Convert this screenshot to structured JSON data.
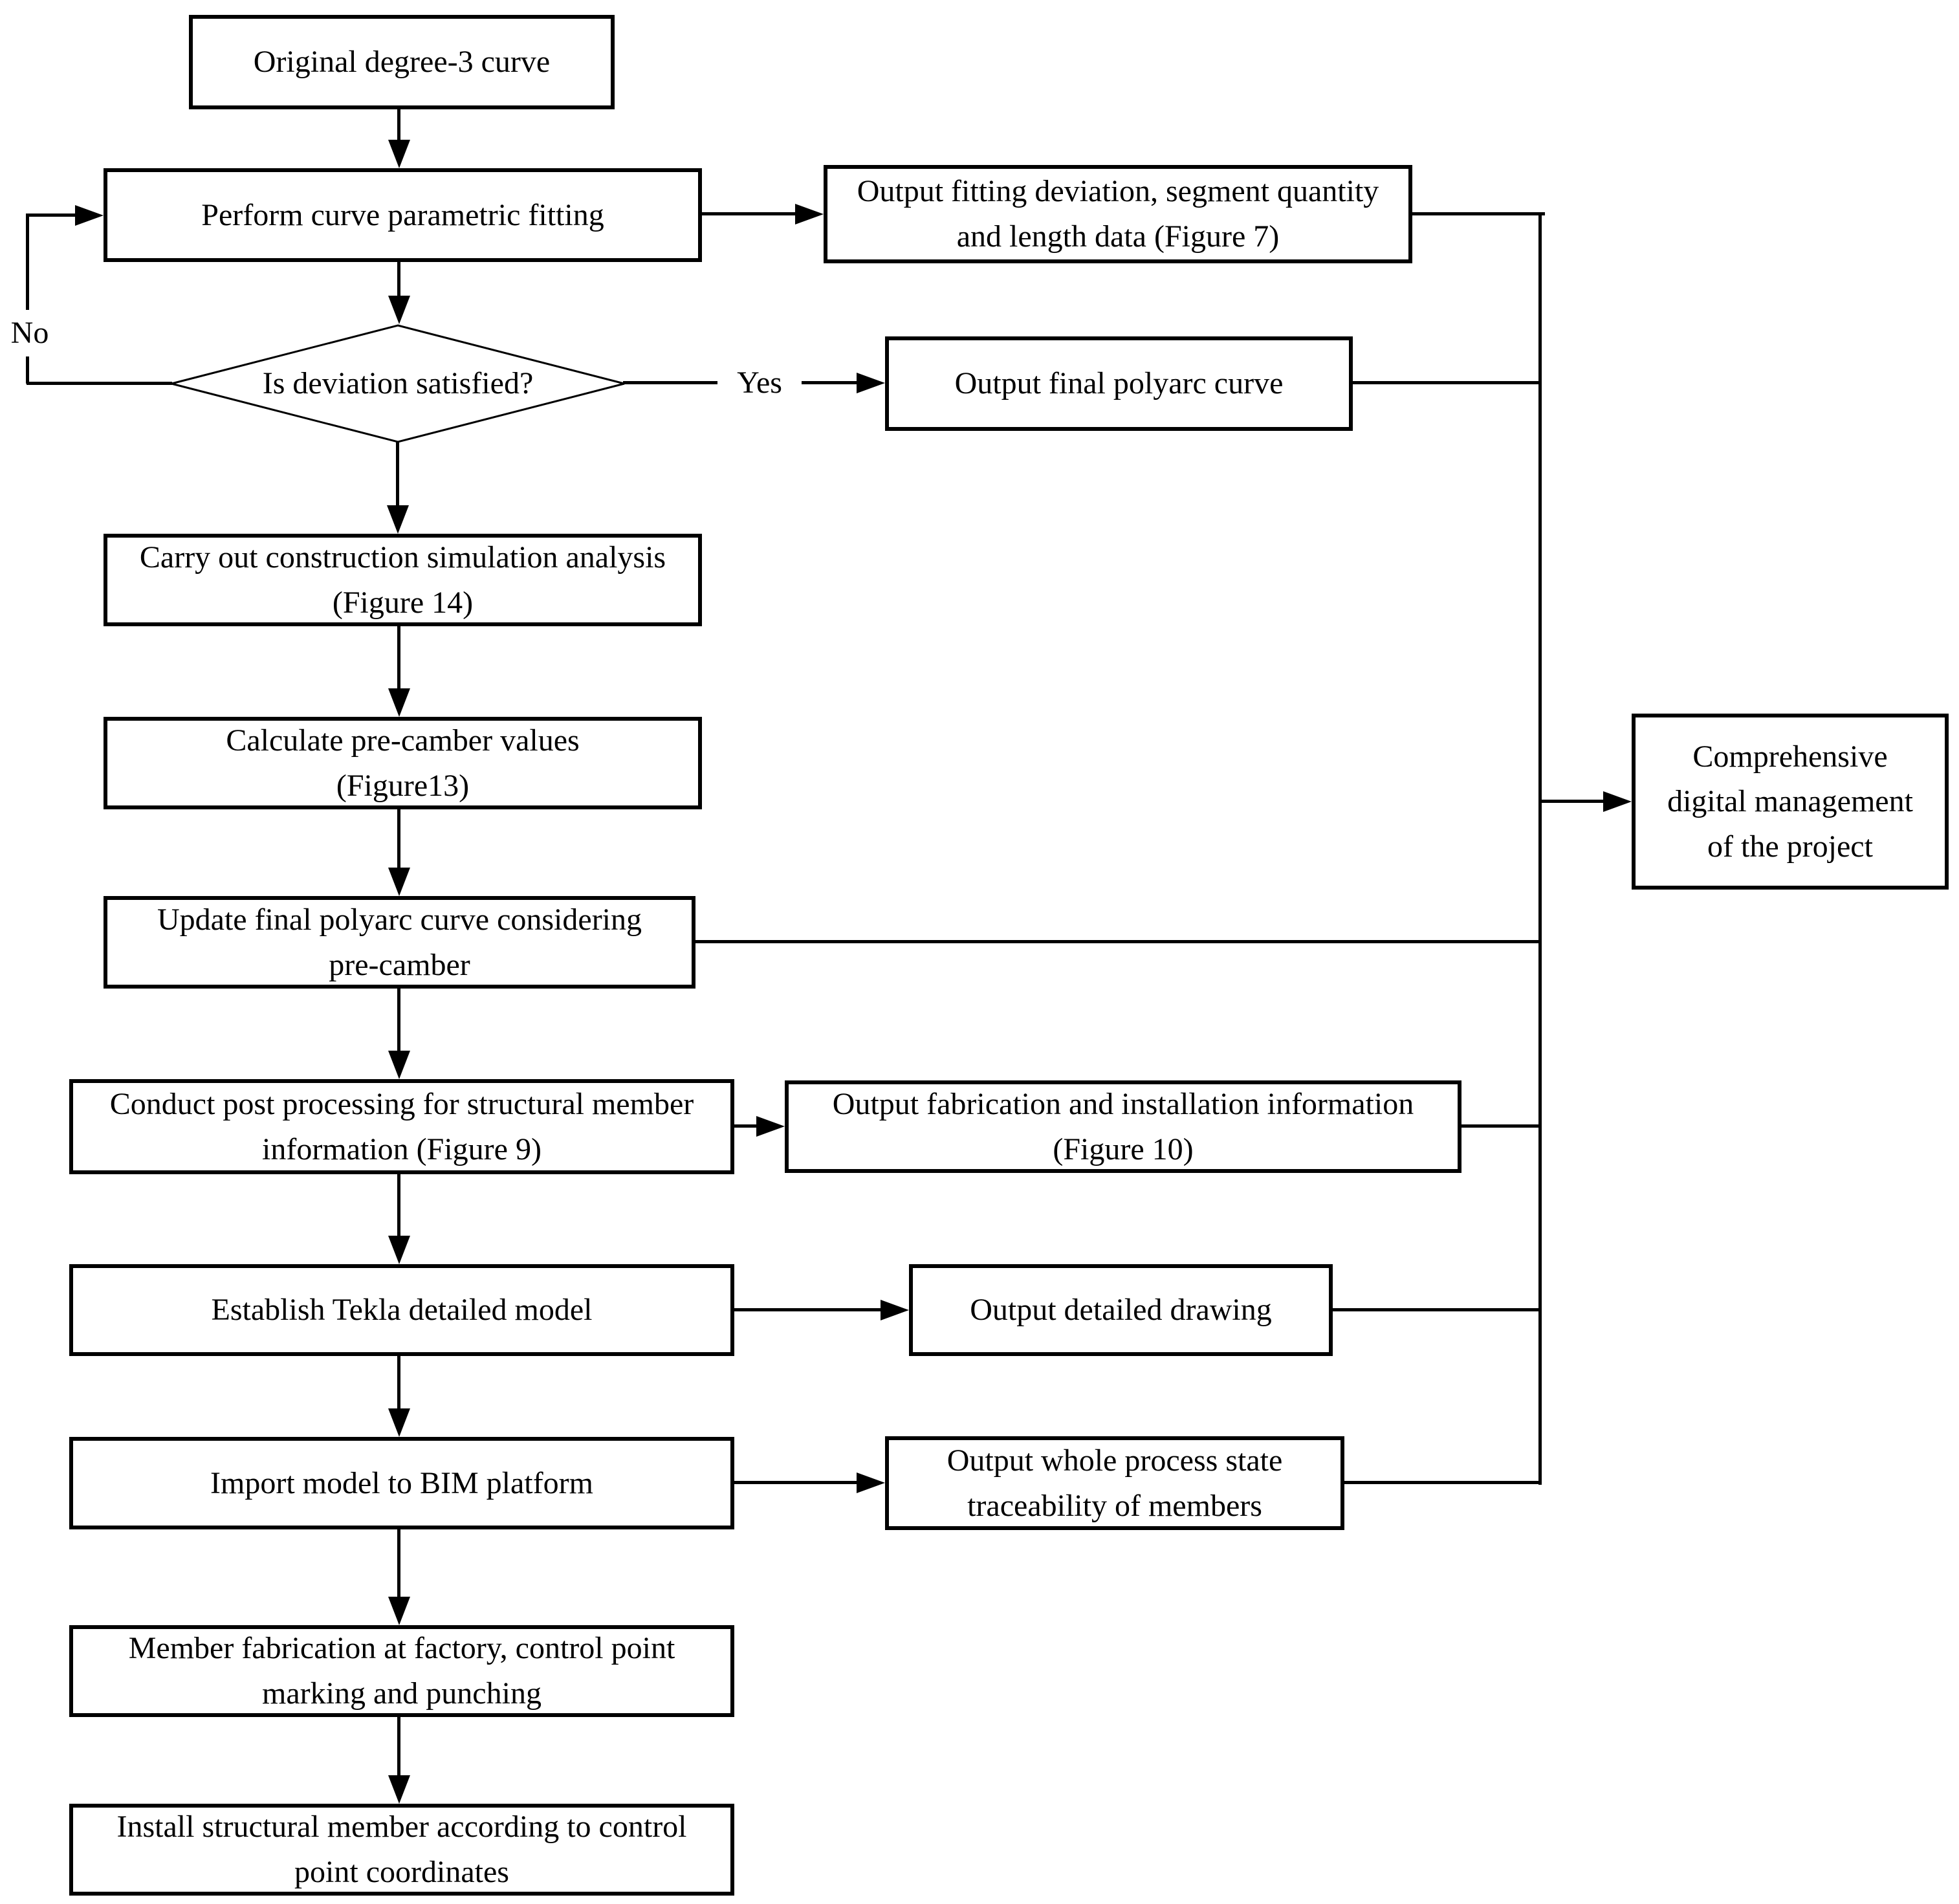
{
  "flowchart": {
    "nodes": {
      "original_curve": "Original degree-3 curve",
      "perform_fitting": "Perform curve parametric fitting",
      "output_fitting": "Output fitting deviation, segment quantity\nand length data (Figure 7)",
      "deviation_decision": "Is deviation satisfied?",
      "output_final_polyarc": "Output final polyarc curve",
      "construction_simulation": "Carry out construction simulation analysis\n(Figure 14)",
      "calculate_precamber": "Calculate pre-camber values\n(Figure13)",
      "update_polyarc": "Update final polyarc curve considering\npre-camber",
      "post_processing": "Conduct post processing for structural member\ninformation (Figure 9)",
      "output_fabrication": "Output fabrication and installation information\n(Figure 10)",
      "establish_tekla": "Establish Tekla detailed model",
      "output_drawing": "Output detailed drawing",
      "import_bim": "Import model to BIM platform",
      "output_traceability": "Output whole process state\ntraceability of members",
      "member_fabrication": "Member fabrication at factory, control point\nmarking and punching",
      "install_member": "Install structural member according to control\npoint coordinates",
      "digital_management": "Comprehensive\ndigital management\nof the project"
    },
    "edge_labels": {
      "no": "No",
      "yes": "Yes"
    },
    "colors": {
      "line": "#000000",
      "background": "#ffffff",
      "text": "#000000"
    }
  }
}
